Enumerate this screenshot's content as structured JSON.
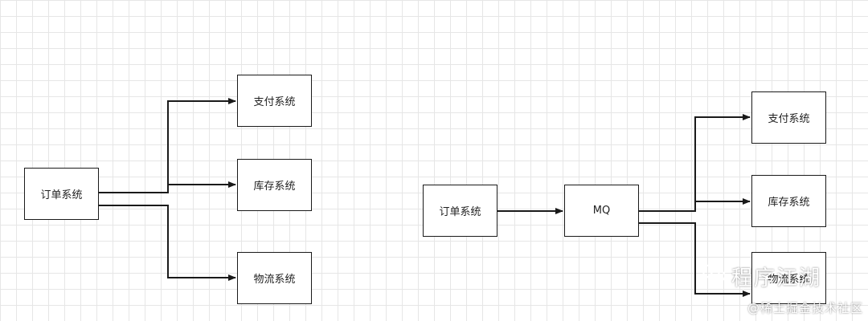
{
  "left_diagram": {
    "source": "订单系统",
    "targets": [
      "支付系统",
      "库存系统",
      "物流系统"
    ]
  },
  "right_diagram": {
    "source": "订单系统",
    "broker": "MQ",
    "targets": [
      "支付系统",
      "库存系统",
      "物流系统"
    ]
  },
  "watermark": {
    "title": "程序江湖",
    "subtitle": "@稀土掘金技术社区",
    "icon": "wechat-icon"
  },
  "colors": {
    "line": "#1a1a1a",
    "grid": "#e6e6e6"
  }
}
